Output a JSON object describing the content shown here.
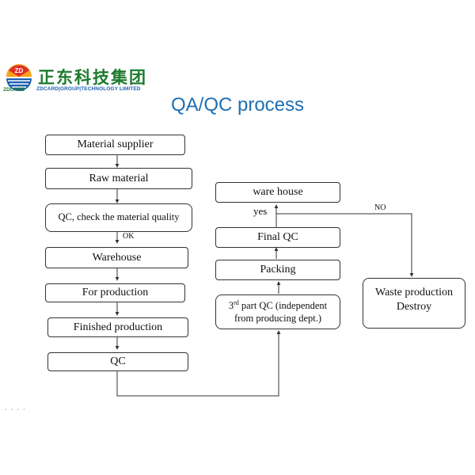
{
  "brand": {
    "name_cn": "正东科技集团",
    "name_en": "ZDCARD|GROUP|TECHNOLOGY LIMITED",
    "short": "ZDCARD",
    "logo_text": "ZD",
    "colors": {
      "green": "#1d7a2e",
      "blue": "#1d5fb0",
      "orange": "#f5a31a",
      "red": "#e0302a"
    }
  },
  "title": "QA/QC process",
  "left_flow": {
    "material_supplier": "Material supplier",
    "raw_material": "Raw material",
    "qc_check": "QC, check the material quality",
    "ok_label": "OK",
    "warehouse": "Warehouse",
    "for_production": "For production",
    "finished_production": "Finished production",
    "qc": "QC"
  },
  "right_flow": {
    "third_party_qc_sup": "rd",
    "third_party_qc_num": "3",
    "third_party_qc_line1": " part QC (independent",
    "third_party_qc_line2": "from producing dept.)",
    "packing": "Packing",
    "final_qc": "Final QC",
    "yes_label": "yes",
    "ware_house": "ware house",
    "no_label": "NO",
    "waste_line1": "Waste production",
    "waste_line2": "Destroy"
  },
  "colors": {
    "title": "#1f6fb3",
    "line": "#333333"
  }
}
